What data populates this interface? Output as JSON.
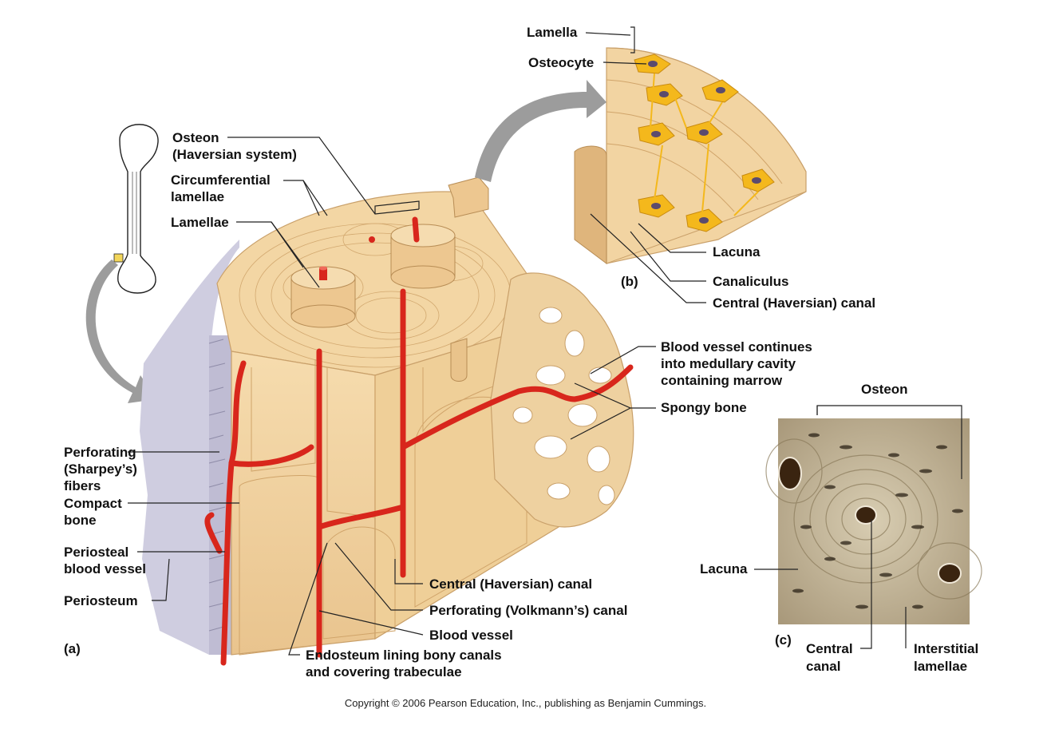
{
  "labels": {
    "lamella": "Lamella",
    "osteocyte": "Osteocyte",
    "osteon_line1": "Osteon",
    "osteon_line2": "(Haversian system)",
    "circumferential_line1": "Circumferential",
    "circumferential_line2": "lamellae",
    "lamellae": "Lamellae",
    "lacuna_b": "Lacuna",
    "canaliculus": "Canaliculus",
    "central_canal_b": "Central (Haversian) canal",
    "blood_vessel_continues_line1": "Blood vessel continues",
    "blood_vessel_continues_line2": "into medullary cavity",
    "blood_vessel_continues_line3": "containing marrow",
    "spongy_bone": "Spongy bone",
    "perforating_fibers_line1": "Perforating",
    "perforating_fibers_line2": "(Sharpey’s)",
    "perforating_fibers_line3": "fibers",
    "compact_bone_line1": "Compact",
    "compact_bone_line2": "bone",
    "periosteal_vessel_line1": "Periosteal",
    "periosteal_vessel_line2": "blood vessel",
    "periosteum": "Periosteum",
    "central_canal_a": "Central (Haversian) canal",
    "perforating_canal": "Perforating (Volkmann’s) canal",
    "blood_vessel": "Blood vessel",
    "endosteum_line1": "Endosteum lining bony canals",
    "endosteum_line2": "and covering trabeculae",
    "osteon_c": "Osteon",
    "lacuna_c": "Lacuna",
    "central_canal_c_line1": "Central",
    "central_canal_c_line2": "canal",
    "interstitial_line1": "Interstitial",
    "interstitial_line2": "lamellae"
  },
  "panels": {
    "a": "(a)",
    "b": "(b)",
    "c": "(c)"
  },
  "copyright": "Copyright © 2006 Pearson Education, Inc., publishing as Benjamin Cummings.",
  "colors": {
    "bone": "#f3d6a4",
    "bone_dark": "#e2b47a",
    "vessel": "#d8261c",
    "periosteum": "#c9c6d6",
    "osteocyte": "#f4b81c",
    "micrograph": "#bfae8c"
  }
}
